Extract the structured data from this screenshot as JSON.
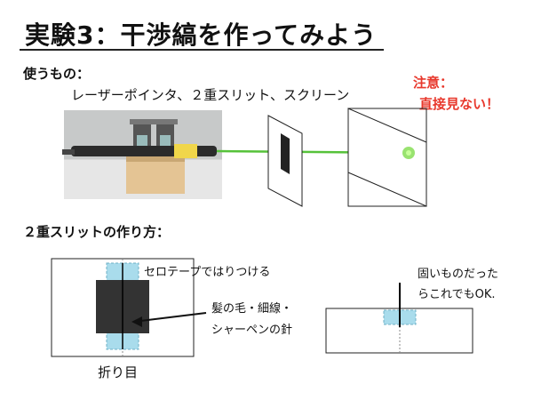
{
  "title": "実験3：干渉縞を作ってみよう",
  "materials": {
    "label": "使うもの：",
    "items": "レーザーポインタ、２重スリット、スクリーン"
  },
  "warning": {
    "line1": "注意：",
    "line2": "直接見ない！"
  },
  "how_to": {
    "label": "２重スリットの作り方："
  },
  "notes": {
    "tape": "セロテープではりつける",
    "hair_line1": "髪の毛・細線・",
    "hair_line2": "シャーペンの針",
    "fold": "折り目",
    "hard_line1": "固いものだった",
    "hard_line2": "らこれでもOK."
  },
  "colors": {
    "warning": "#e8382c",
    "laser_beam": "#56c23a",
    "tape": "#a9dcec",
    "dark_card": "#333333"
  }
}
